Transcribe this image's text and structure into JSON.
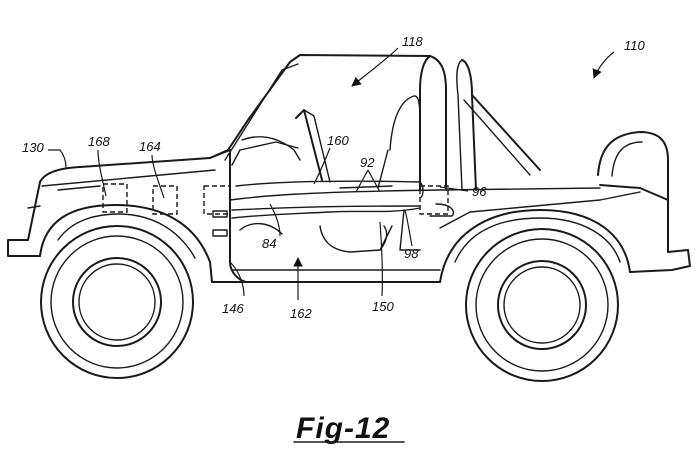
{
  "figure_label": "Fig-12",
  "reference_numerals": {
    "vehicle": "110",
    "cabin": "118",
    "hood": "130",
    "module_168": "168",
    "module_164": "164",
    "part_160": "160",
    "part_92": "92",
    "part_96": "96",
    "part_84": "84",
    "part_98": "98",
    "part_146": "146",
    "part_162": "162",
    "part_150": "150"
  }
}
